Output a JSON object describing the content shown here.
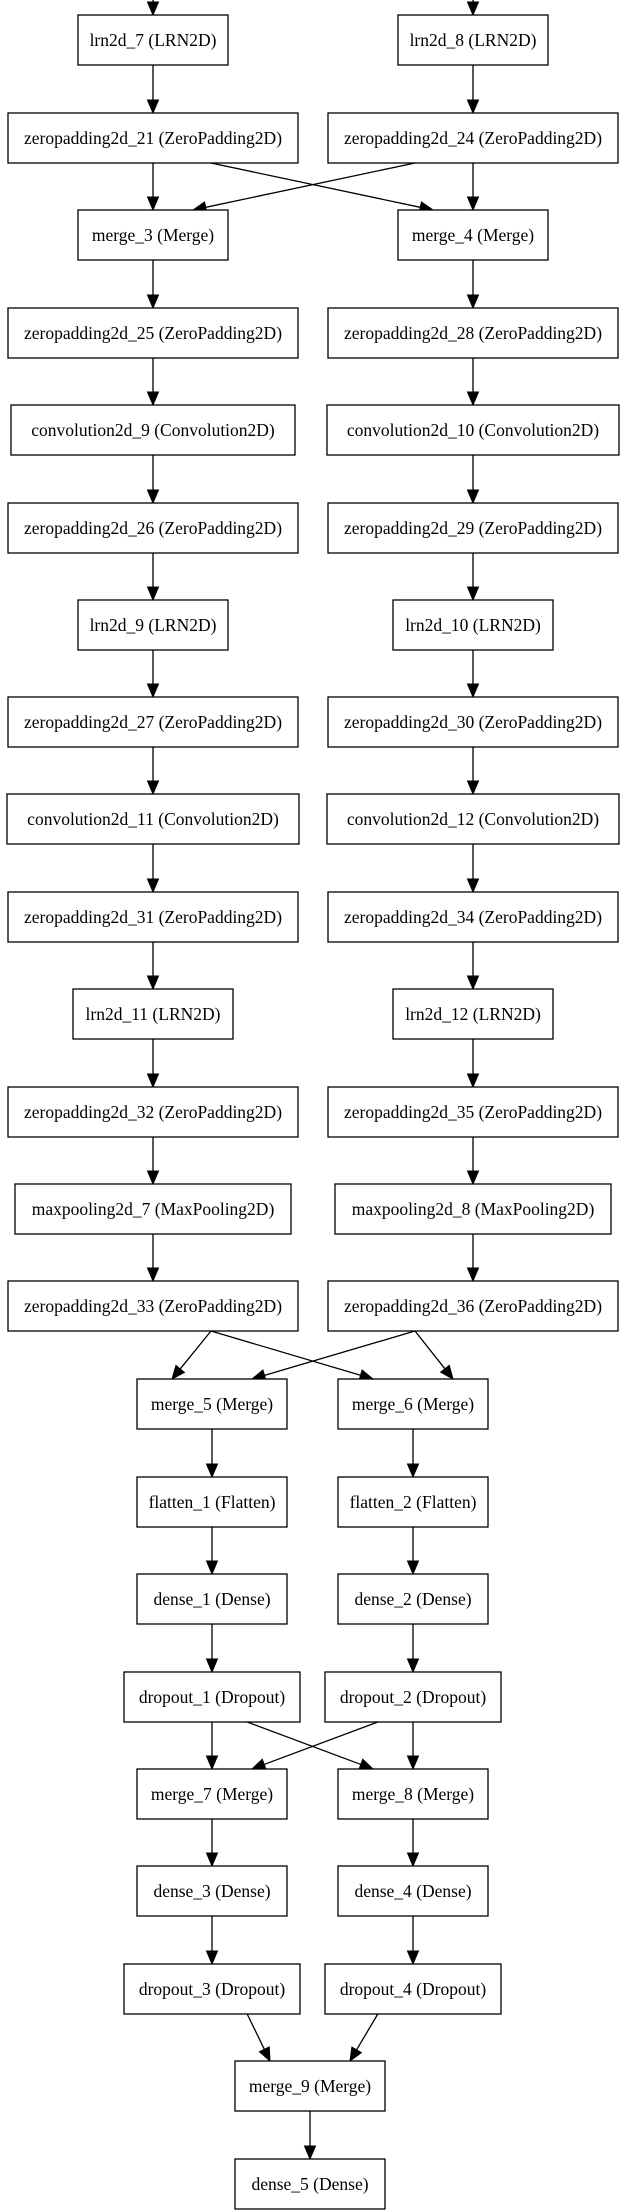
{
  "nodes": [
    {
      "id": "lrn2d_7",
      "label": "lrn2d_7 (LRN2D)"
    },
    {
      "id": "lrn2d_8",
      "label": "lrn2d_8 (LRN2D)"
    },
    {
      "id": "zeropadding2d_21",
      "label": "zeropadding2d_21 (ZeroPadding2D)"
    },
    {
      "id": "zeropadding2d_24",
      "label": "zeropadding2d_24 (ZeroPadding2D)"
    },
    {
      "id": "merge_3",
      "label": "merge_3 (Merge)"
    },
    {
      "id": "merge_4",
      "label": "merge_4 (Merge)"
    },
    {
      "id": "zeropadding2d_25",
      "label": "zeropadding2d_25 (ZeroPadding2D)"
    },
    {
      "id": "zeropadding2d_28",
      "label": "zeropadding2d_28 (ZeroPadding2D)"
    },
    {
      "id": "convolution2d_9",
      "label": "convolution2d_9 (Convolution2D)"
    },
    {
      "id": "convolution2d_10",
      "label": "convolution2d_10 (Convolution2D)"
    },
    {
      "id": "zeropadding2d_26",
      "label": "zeropadding2d_26 (ZeroPadding2D)"
    },
    {
      "id": "zeropadding2d_29",
      "label": "zeropadding2d_29 (ZeroPadding2D)"
    },
    {
      "id": "lrn2d_9",
      "label": "lrn2d_9 (LRN2D)"
    },
    {
      "id": "lrn2d_10",
      "label": "lrn2d_10 (LRN2D)"
    },
    {
      "id": "zeropadding2d_27",
      "label": "zeropadding2d_27 (ZeroPadding2D)"
    },
    {
      "id": "zeropadding2d_30",
      "label": "zeropadding2d_30 (ZeroPadding2D)"
    },
    {
      "id": "convolution2d_11",
      "label": "convolution2d_11 (Convolution2D)"
    },
    {
      "id": "convolution2d_12",
      "label": "convolution2d_12 (Convolution2D)"
    },
    {
      "id": "zeropadding2d_31",
      "label": "zeropadding2d_31 (ZeroPadding2D)"
    },
    {
      "id": "zeropadding2d_34",
      "label": "zeropadding2d_34 (ZeroPadding2D)"
    },
    {
      "id": "lrn2d_11",
      "label": "lrn2d_11 (LRN2D)"
    },
    {
      "id": "lrn2d_12",
      "label": "lrn2d_12 (LRN2D)"
    },
    {
      "id": "zeropadding2d_32",
      "label": "zeropadding2d_32 (ZeroPadding2D)"
    },
    {
      "id": "zeropadding2d_35",
      "label": "zeropadding2d_35 (ZeroPadding2D)"
    },
    {
      "id": "maxpooling2d_7",
      "label": "maxpooling2d_7 (MaxPooling2D)"
    },
    {
      "id": "maxpooling2d_8",
      "label": "maxpooling2d_8 (MaxPooling2D)"
    },
    {
      "id": "zeropadding2d_33",
      "label": "zeropadding2d_33 (ZeroPadding2D)"
    },
    {
      "id": "zeropadding2d_36",
      "label": "zeropadding2d_36 (ZeroPadding2D)"
    },
    {
      "id": "merge_5",
      "label": "merge_5 (Merge)"
    },
    {
      "id": "merge_6",
      "label": "merge_6 (Merge)"
    },
    {
      "id": "flatten_1",
      "label": "flatten_1 (Flatten)"
    },
    {
      "id": "flatten_2",
      "label": "flatten_2 (Flatten)"
    },
    {
      "id": "dense_1",
      "label": "dense_1 (Dense)"
    },
    {
      "id": "dense_2",
      "label": "dense_2 (Dense)"
    },
    {
      "id": "dropout_1",
      "label": "dropout_1 (Dropout)"
    },
    {
      "id": "dropout_2",
      "label": "dropout_2 (Dropout)"
    },
    {
      "id": "merge_7",
      "label": "merge_7 (Merge)"
    },
    {
      "id": "merge_8",
      "label": "merge_8 (Merge)"
    },
    {
      "id": "dense_3",
      "label": "dense_3 (Dense)"
    },
    {
      "id": "dense_4",
      "label": "dense_4 (Dense)"
    },
    {
      "id": "dropout_3",
      "label": "dropout_3 (Dropout)"
    },
    {
      "id": "dropout_4",
      "label": "dropout_4 (Dropout)"
    },
    {
      "id": "merge_9",
      "label": "merge_9 (Merge)"
    },
    {
      "id": "dense_5",
      "label": "dense_5 (Dense)"
    }
  ],
  "edges": [
    [
      "lrn2d_7",
      "zeropadding2d_21"
    ],
    [
      "lrn2d_8",
      "zeropadding2d_24"
    ],
    [
      "zeropadding2d_21",
      "merge_3"
    ],
    [
      "zeropadding2d_21",
      "merge_4"
    ],
    [
      "zeropadding2d_24",
      "merge_3"
    ],
    [
      "zeropadding2d_24",
      "merge_4"
    ],
    [
      "merge_3",
      "zeropadding2d_25"
    ],
    [
      "merge_4",
      "zeropadding2d_28"
    ],
    [
      "zeropadding2d_25",
      "convolution2d_9"
    ],
    [
      "zeropadding2d_28",
      "convolution2d_10"
    ],
    [
      "convolution2d_9",
      "zeropadding2d_26"
    ],
    [
      "convolution2d_10",
      "zeropadding2d_29"
    ],
    [
      "zeropadding2d_26",
      "lrn2d_9"
    ],
    [
      "zeropadding2d_29",
      "lrn2d_10"
    ],
    [
      "lrn2d_9",
      "zeropadding2d_27"
    ],
    [
      "lrn2d_10",
      "zeropadding2d_30"
    ],
    [
      "zeropadding2d_27",
      "convolution2d_11"
    ],
    [
      "zeropadding2d_30",
      "convolution2d_12"
    ],
    [
      "convolution2d_11",
      "zeropadding2d_31"
    ],
    [
      "convolution2d_12",
      "zeropadding2d_34"
    ],
    [
      "zeropadding2d_31",
      "lrn2d_11"
    ],
    [
      "zeropadding2d_34",
      "lrn2d_12"
    ],
    [
      "lrn2d_11",
      "zeropadding2d_32"
    ],
    [
      "lrn2d_12",
      "zeropadding2d_35"
    ],
    [
      "zeropadding2d_32",
      "maxpooling2d_7"
    ],
    [
      "zeropadding2d_35",
      "maxpooling2d_8"
    ],
    [
      "maxpooling2d_7",
      "zeropadding2d_33"
    ],
    [
      "maxpooling2d_8",
      "zeropadding2d_36"
    ],
    [
      "zeropadding2d_33",
      "merge_5"
    ],
    [
      "zeropadding2d_33",
      "merge_6"
    ],
    [
      "zeropadding2d_36",
      "merge_5"
    ],
    [
      "zeropadding2d_36",
      "merge_6"
    ],
    [
      "merge_5",
      "flatten_1"
    ],
    [
      "merge_6",
      "flatten_2"
    ],
    [
      "flatten_1",
      "dense_1"
    ],
    [
      "flatten_2",
      "dense_2"
    ],
    [
      "dense_1",
      "dropout_1"
    ],
    [
      "dense_2",
      "dropout_2"
    ],
    [
      "dropout_1",
      "merge_7"
    ],
    [
      "dropout_1",
      "merge_8"
    ],
    [
      "dropout_2",
      "merge_7"
    ],
    [
      "dropout_2",
      "merge_8"
    ],
    [
      "merge_7",
      "dense_3"
    ],
    [
      "merge_8",
      "dense_4"
    ],
    [
      "dense_3",
      "dropout_3"
    ],
    [
      "dense_4",
      "dropout_4"
    ],
    [
      "dropout_3",
      "merge_9"
    ],
    [
      "dropout_4",
      "merge_9"
    ],
    [
      "merge_9",
      "dense_5"
    ]
  ],
  "incoming_edges": [
    "lrn2d_7",
    "lrn2d_8"
  ]
}
